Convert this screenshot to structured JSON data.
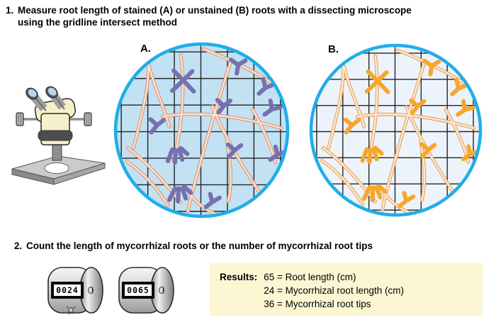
{
  "step1": {
    "number": "1.",
    "line1": "Measure root length of stained (A) or unstained (B) roots with a dissecting microscope",
    "line2": "using the gridline intersect method"
  },
  "step2": {
    "number": "2.",
    "text": "Count the length of mycorrhizal roots or the number of mycorrhizal root tips"
  },
  "views": {
    "a": {
      "label": "A.",
      "description": "stained roots under gridline, purple mycorrhizal tips"
    },
    "b": {
      "label": "B.",
      "description": "unstained roots under gridline, orange mycorrhizal tips"
    }
  },
  "counters": [
    {
      "display": "0024"
    },
    {
      "display": "0065"
    }
  ],
  "results": {
    "label": "Results:",
    "lines": [
      "65 = Root length (cm)",
      "24 = Mycorrhizal root length (cm)",
      "36 = Mycorrhizal root tips"
    ]
  },
  "colors": {
    "circle_border": "#1faee9",
    "view_a_background": "#c2e2f4",
    "view_b_background": "#edf3fa",
    "grid_line": "#242424",
    "root_fill": "#f9e2cb",
    "root_outline_a": "#dc977d",
    "root_outline_b": "#eca35f",
    "tip_stained": "#7670b0",
    "tip_unstained": "#f8a62b",
    "results_background": "#fcf6d3",
    "microscope_body": "#f6f1ca"
  }
}
